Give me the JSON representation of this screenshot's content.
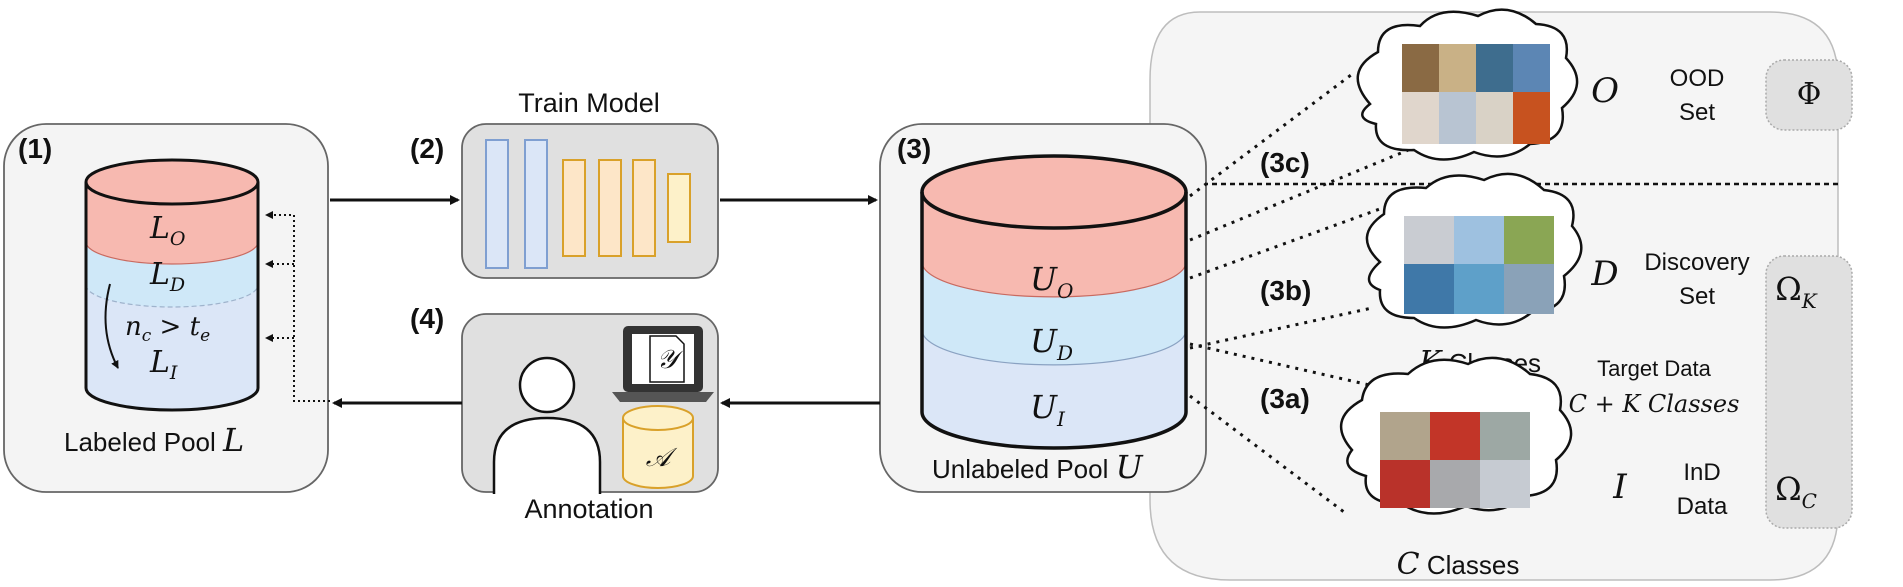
{
  "steps": {
    "s1": "(1)",
    "s2": "(2)",
    "s3": "(3)",
    "s4": "(4)",
    "s3a": "(3a)",
    "s3b": "(3b)",
    "s3c": "(3c)"
  },
  "labeled_pool": {
    "caption": "Labeled Pool",
    "symbol": "L",
    "layers": {
      "ood": "L",
      "ood_sub": "O",
      "disc": "L",
      "disc_sub": "D",
      "ind": "L",
      "ind_sub": "I"
    },
    "condition": {
      "n": "n",
      "n_sub": "c",
      "op": " > ",
      "t": "t",
      "t_sub": "e"
    }
  },
  "train_model": {
    "title": "Train Model"
  },
  "annotation": {
    "title": "Annotation",
    "label_symbol": "𝒴",
    "annotator_symbol": "𝒜"
  },
  "unlabeled_pool": {
    "caption": "Unlabeled Pool",
    "symbol": "U",
    "layers": {
      "ood": "U",
      "ood_sub": "O",
      "disc": "U",
      "disc_sub": "D",
      "ind": "U",
      "ind_sub": "I"
    }
  },
  "groups": {
    "ood": {
      "symbol": "O",
      "line1": "OOD",
      "line2": "Set"
    },
    "discovery": {
      "symbol": "D",
      "line1": "Discovery",
      "line2": "Set",
      "classes_symbol": "K",
      "classes_word": " Classes"
    },
    "target": {
      "line1": "Target Data",
      "line2": "C + K Classes"
    },
    "ind": {
      "symbol": "I",
      "line1": "InD",
      "line2": "Data",
      "classes_symbol": "C",
      "classes_word": " Classes"
    }
  },
  "spaces": {
    "phi": "Φ",
    "omega_k": "Ω",
    "omega_k_sub": "K",
    "omega_c": "Ω",
    "omega_c_sub": "C"
  },
  "colors": {
    "ood": "#f7b9b0",
    "discovery": "#cfe8f8",
    "ind": "#dbe6f7",
    "panel": "#f4f4f4",
    "model_box": "#e0e0e0"
  }
}
